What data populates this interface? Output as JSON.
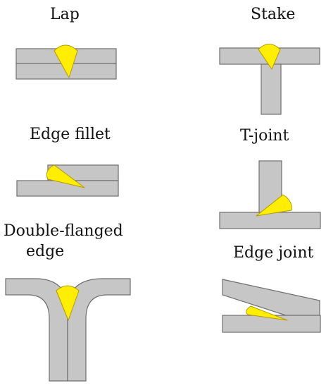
{
  "colors": {
    "plate_fill": "#c6c6c6",
    "plate_stroke": "#6f6f6f",
    "weld_fill": "#ffee00",
    "weld_stroke": "#b59a00"
  },
  "joints": {
    "lap": {
      "label": "Lap"
    },
    "stake": {
      "label": "Stake"
    },
    "edge_fillet": {
      "label": "Edge fillet"
    },
    "t_joint": {
      "label": "T-joint"
    },
    "double_flanged": {
      "label_line1": "Double-flanged",
      "label_line2": "edge"
    },
    "edge_joint": {
      "label": "Edge joint"
    }
  }
}
